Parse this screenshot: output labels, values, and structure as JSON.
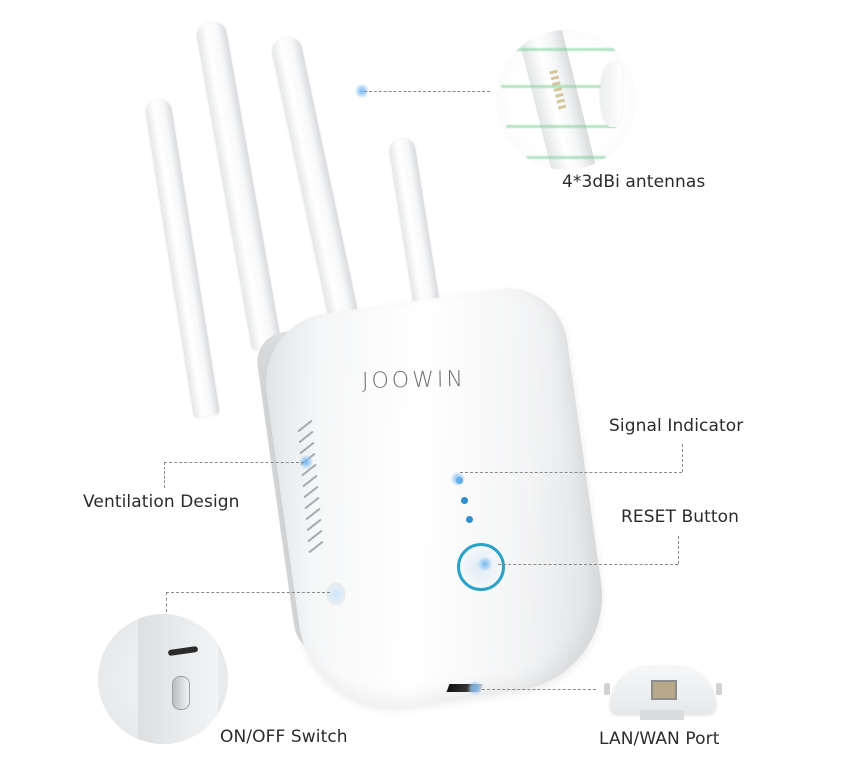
{
  "product": {
    "brand": "JOOWIN",
    "type": "WiFi range extender",
    "body_color": "#f5f6f7",
    "accent_color": "#2aa3c6"
  },
  "callouts": [
    {
      "id": "antennas",
      "label": "4*3dBi antennas"
    },
    {
      "id": "signal-indicator",
      "label": "Signal Indicator"
    },
    {
      "id": "ventilation",
      "label": "Ventilation Design"
    },
    {
      "id": "reset-button",
      "label": "RESET Button"
    },
    {
      "id": "power-switch",
      "label": "ON/OFF Switch"
    },
    {
      "id": "lan-wan-port",
      "label": "LAN/WAN Port"
    }
  ],
  "indicators": {
    "led_count": 3,
    "led_color": "#2c8fd0"
  }
}
